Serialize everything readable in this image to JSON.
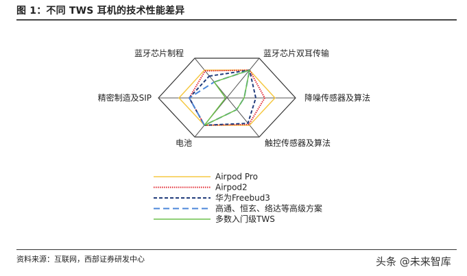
{
  "header": {
    "title": "图 1：不同 TWS 耳机的技术性能差异"
  },
  "footer": {
    "source": "资料来源：互联网，西部证券研发中心",
    "watermark": "头条 @未来智库"
  },
  "chart_data": {
    "type": "radar",
    "title": "图 1：不同 TWS 耳机的技术性能差异",
    "axes": [
      "蓝牙芯片制程",
      "蓝牙芯片双耳传输",
      "降噪传感器及算法",
      "触控传感器及算法",
      "电池",
      "精密制造及SIP"
    ],
    "range": [
      0,
      1
    ],
    "grid": "hexagon, single outer ring with spokes",
    "legend_position": "bottom",
    "series": [
      {
        "name": "Airpod Pro",
        "color": "#F5C842",
        "style": "solid",
        "values": [
          0.7,
          0.7,
          0.7,
          0.7,
          0.7,
          0.7
        ]
      },
      {
        "name": "Airpod2",
        "color": "#E0202A",
        "style": "dotted",
        "values": [
          0.68,
          0.7,
          0.55,
          0.68,
          0.7,
          0.55
        ]
      },
      {
        "name": "华为Freebud3",
        "color": "#1F3A7A",
        "style": "dashed",
        "values": [
          0.55,
          0.7,
          0.42,
          0.65,
          0.7,
          0.55
        ]
      },
      {
        "name": "高通、恒玄、络达等高级方案",
        "color": "#4A86D8",
        "style": "long-dashed",
        "values": [
          0.4,
          0.7,
          0.25,
          0.3,
          0.7,
          0.55
        ]
      },
      {
        "name": "多数入门级TWS",
        "color": "#6CC04A",
        "style": "solid",
        "values": [
          0.4,
          0.7,
          0.25,
          0.3,
          0.7,
          0.02
        ]
      }
    ]
  }
}
